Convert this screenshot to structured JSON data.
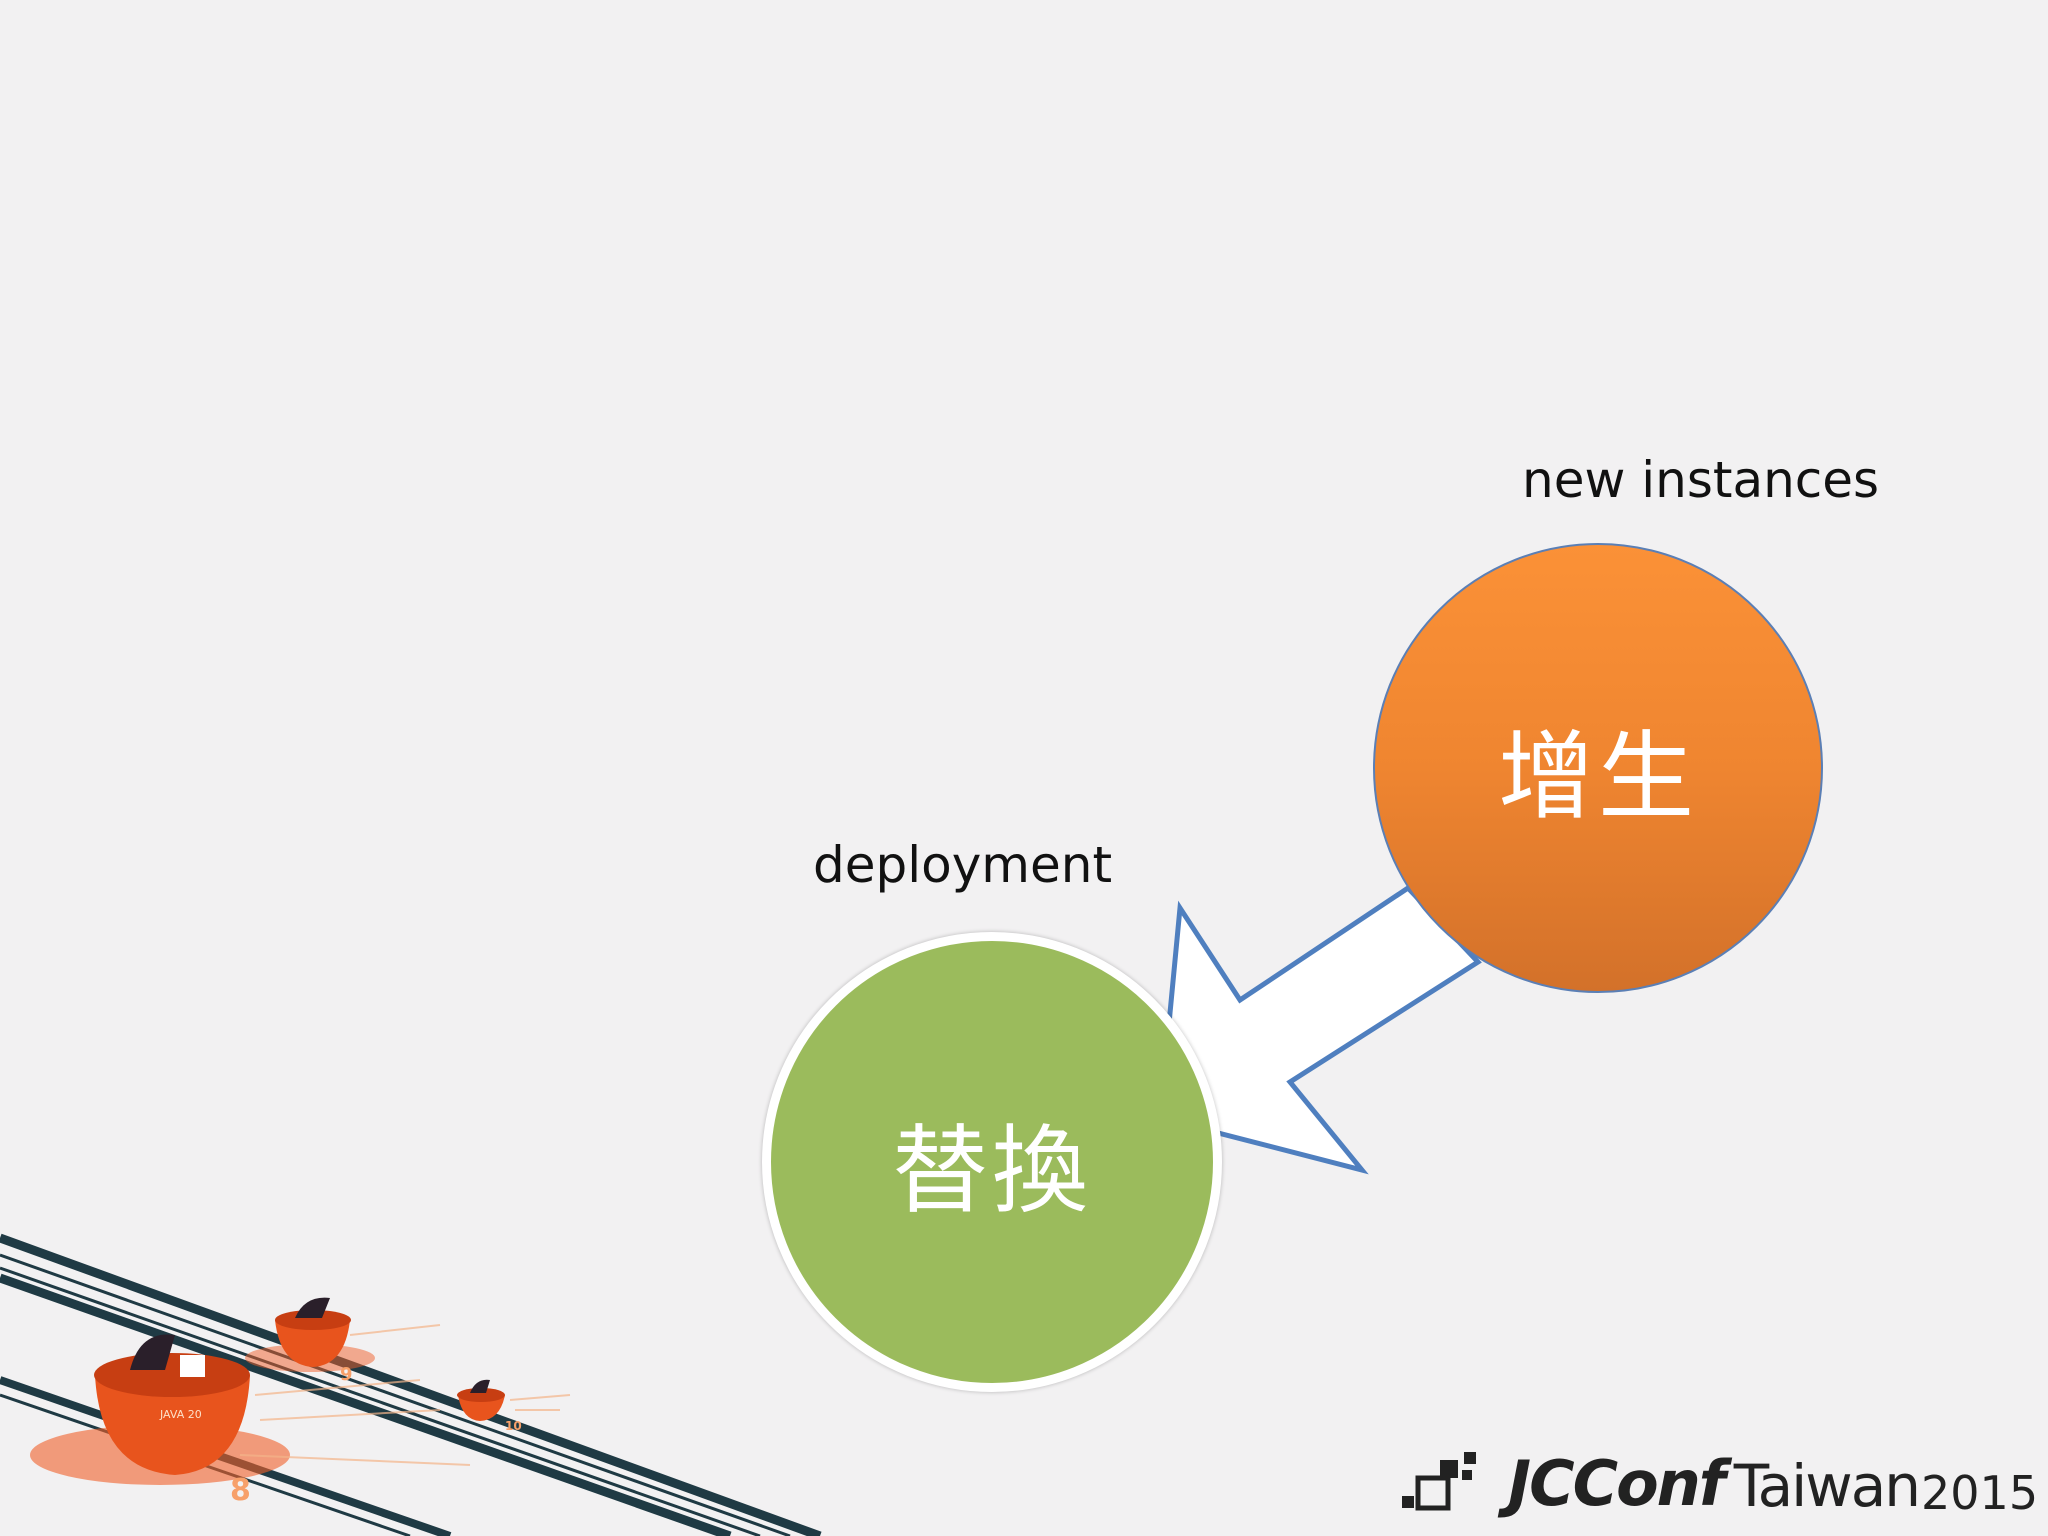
{
  "labels": {
    "new_instances": "new instances",
    "deployment": "deployment"
  },
  "nodes": {
    "zengsheng": {
      "text": "增生",
      "color": "#ef8530"
    },
    "tihuan": {
      "text": "替換",
      "color": "#9bbb5c"
    }
  },
  "arrow": {
    "fill": "#ffffff",
    "stroke": "#4f7fbf"
  },
  "logo": {
    "jcconf": "JCConf",
    "taiwan": "Taiwan",
    "year": "2015"
  },
  "decor": {
    "cup_labels": [
      "JAVA 20",
      "8",
      "9",
      "10"
    ]
  }
}
